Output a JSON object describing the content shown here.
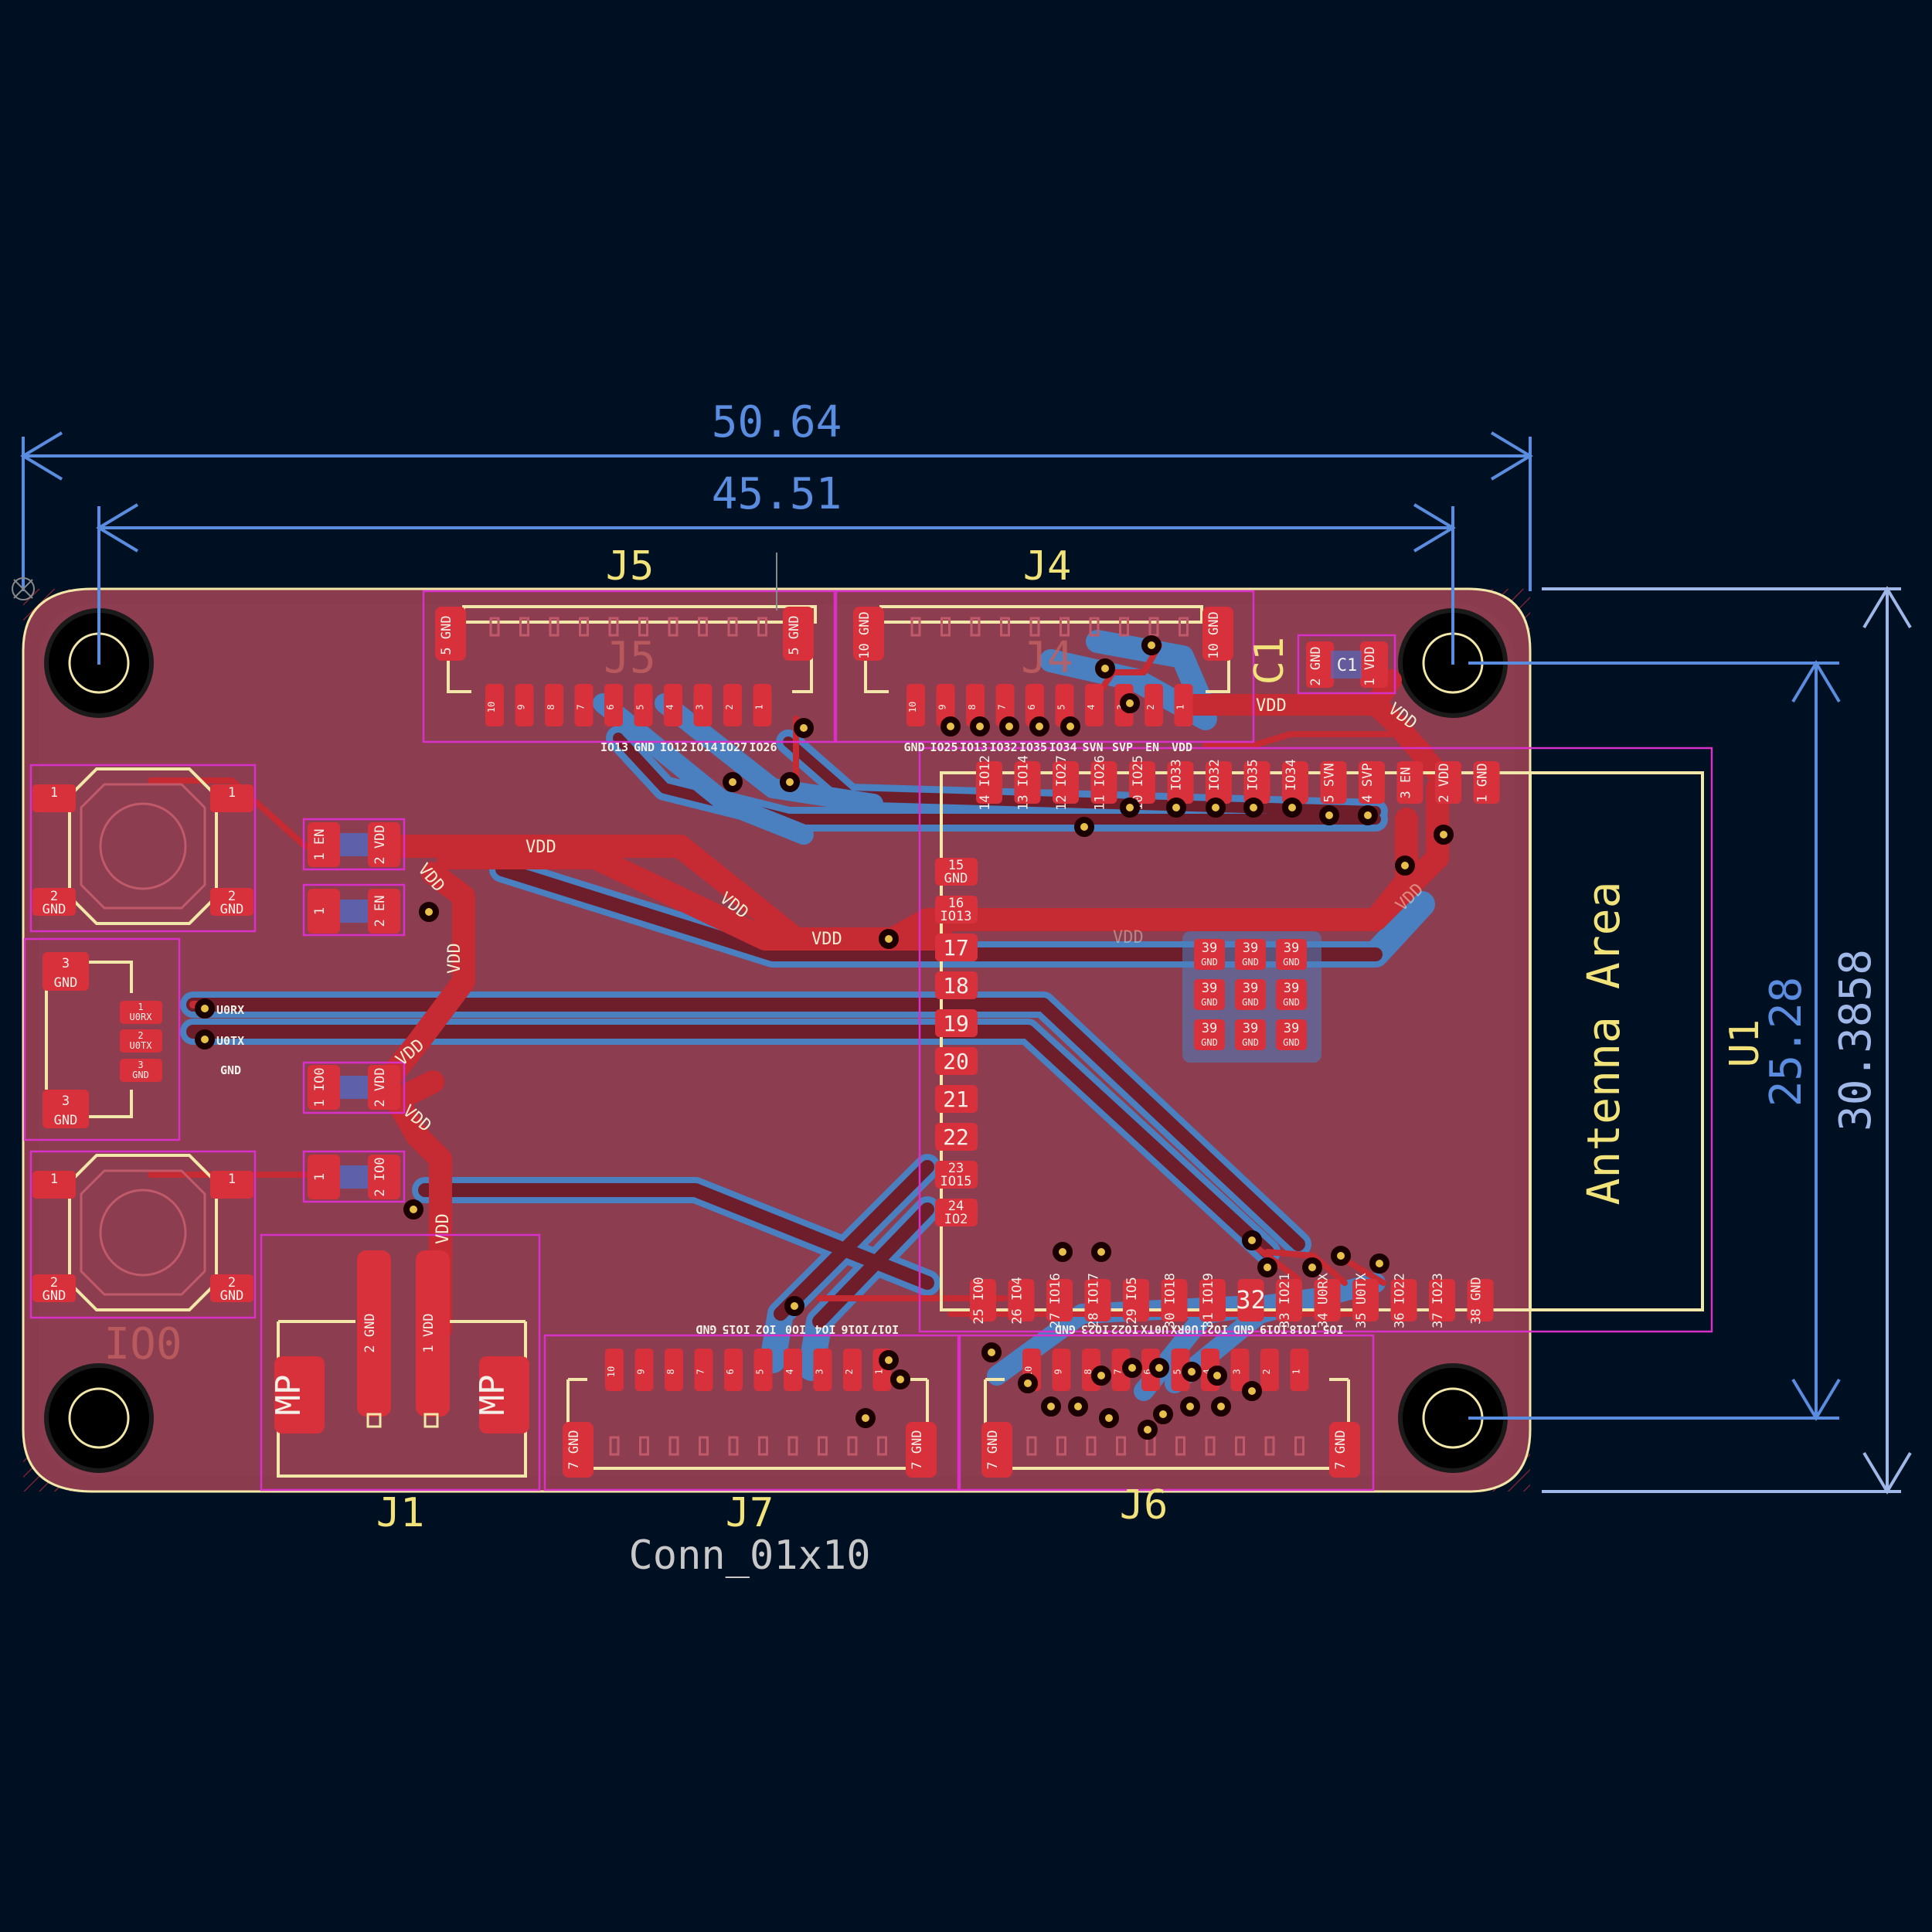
{
  "dimensions": {
    "overall_width": "50.64",
    "hole_spacing_x": "45.51",
    "hole_spacing_y": "25.28",
    "overall_height": "30.3858"
  },
  "references": {
    "j5": "J5",
    "j4": "J4",
    "c1": "C1",
    "u1": "U1",
    "j1": "J1",
    "j7": "J7",
    "j6": "J6",
    "io0": "IO0",
    "j7_value": "Conn_01x10"
  },
  "antenna": "Antenna Area",
  "fab": {
    "j5": "J5",
    "j4": "J4",
    "c1": "C1",
    "mp": "MP"
  },
  "j5_pins": [
    "IO13",
    "GND",
    "IO12",
    "IO14",
    "IO27",
    "IO26"
  ],
  "j4_pins": [
    "GND",
    "IO25",
    "IO13",
    "IO32",
    "IO35",
    "IO34",
    "SVN",
    "SVP",
    "EN",
    "VDD"
  ],
  "j7_pins": [
    "IO17",
    "IO16",
    "IO4",
    "IO0",
    "IO2",
    "IO15",
    "GND"
  ],
  "j6_pins": [
    "IO5",
    "IO18",
    "IO19",
    "GND",
    "IO21",
    "U0RX",
    "U0TX",
    "IO22",
    "IO23",
    "GND"
  ],
  "u1_top_pads": [
    {
      "n": "14",
      "net": "IO12"
    },
    {
      "n": "13",
      "net": "IO14"
    },
    {
      "n": "12",
      "net": "IO27"
    },
    {
      "n": "11",
      "net": "IO26"
    },
    {
      "n": "10",
      "net": "IO25"
    },
    {
      "n": "9",
      "net": "IO33"
    },
    {
      "n": "8",
      "net": "IO32"
    },
    {
      "n": "7",
      "net": "IO35"
    },
    {
      "n": "6",
      "net": "IO34"
    },
    {
      "n": "5",
      "net": "SVN"
    },
    {
      "n": "4",
      "net": "SVP"
    },
    {
      "n": "3",
      "net": "EN"
    },
    {
      "n": "2",
      "net": "VDD"
    },
    {
      "n": "1",
      "net": "GND"
    }
  ],
  "u1_left_pads": [
    {
      "n": "15",
      "net": "GND"
    },
    {
      "n": "16",
      "net": "IO13"
    },
    {
      "n": "17",
      "net": ""
    },
    {
      "n": "18",
      "net": ""
    },
    {
      "n": "19",
      "net": ""
    },
    {
      "n": "20",
      "net": ""
    },
    {
      "n": "21",
      "net": ""
    },
    {
      "n": "22",
      "net": ""
    },
    {
      "n": "23",
      "net": "IO15"
    },
    {
      "n": "24",
      "net": "IO2"
    }
  ],
  "u1_bottom_pads": [
    {
      "n": "25",
      "net": "IO0"
    },
    {
      "n": "26",
      "net": "IO4"
    },
    {
      "n": "27",
      "net": "IO16"
    },
    {
      "n": "28",
      "net": "IO17"
    },
    {
      "n": "29",
      "net": "IO5"
    },
    {
      "n": "30",
      "net": "IO18"
    },
    {
      "n": "31",
      "net": "IO19"
    },
    {
      "n": "32",
      "net": ""
    },
    {
      "n": "33",
      "net": "IO21"
    },
    {
      "n": "34",
      "net": "U0RX"
    },
    {
      "n": "35",
      "net": "U0TX"
    },
    {
      "n": "36",
      "net": "IO22"
    },
    {
      "n": "37",
      "net": "IO23"
    },
    {
      "n": "38",
      "net": "GND"
    }
  ],
  "gnd_pads": {
    "n": "39",
    "net": "GND"
  },
  "nets": {
    "vdd": "VDD",
    "gnd": "GND",
    "en": "EN",
    "io0": "IO0",
    "u0rx": "U0RX",
    "u0tx": "U0TX"
  },
  "small_parts": {
    "r_en_top": {
      "p1": "1",
      "p1net": "EN",
      "p2": "2",
      "p2net": "VDD"
    },
    "r_en_bot": {
      "p1": "1",
      "p2": "2",
      "p2net": "EN"
    },
    "r_io0_top": {
      "p1": "1",
      "p1net": "IO0",
      "p2": "2",
      "p2net": "VDD"
    },
    "r_io0_bot": {
      "p1": "1",
      "p2": "2",
      "p2net": "IO0"
    },
    "c1": {
      "p1": "2",
      "p1net": "GND",
      "p2": "1",
      "p2net": "VDD"
    }
  },
  "buttons": {
    "pin1": "1",
    "pin2": "2",
    "gnd": "GND"
  },
  "uart_conn": {
    "p3": "3",
    "gnd": "GND",
    "p1": "1",
    "p1net": "U0RX",
    "p2": "2",
    "p2net": "U0TX"
  },
  "j1_pads": {
    "p2": "2",
    "p2net": "GND",
    "p1": "1",
    "p1net": "VDD"
  },
  "conn_mount": {
    "p5": "5",
    "p10": "10",
    "p7": "7",
    "gnd": "GND"
  },
  "colors": {
    "background": "#001023",
    "board": "#8a3c4e",
    "copper": "#d8313b",
    "silk": "#f2e27a",
    "dimension": "#5a8de0"
  }
}
